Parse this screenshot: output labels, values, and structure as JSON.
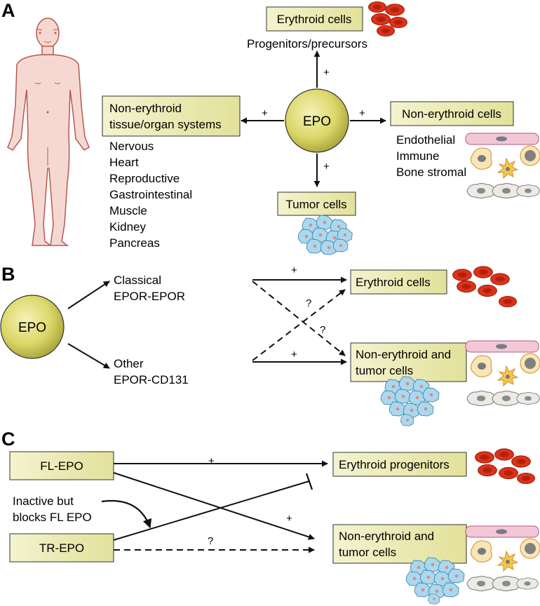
{
  "colors": {
    "box_fill": "#ecebb0",
    "box_stroke": "#333333",
    "epo_circle": "#d6d25a",
    "rbc": "#d42a10",
    "tumor": "#a9d8ef",
    "body_fill": "#f6d8d2",
    "body_stroke": "#b35a4f",
    "endothelial": "#f3c8d6"
  },
  "panel_a": {
    "letter": "A",
    "epo_label": "EPO",
    "erythroid_box": "Erythroid cells",
    "progenitors_label": "Progenitors/precursors",
    "non_erythroid_tissue_box": [
      "Non-erythroid",
      "tissue/organ systems"
    ],
    "tissue_list": [
      "Nervous",
      "Heart",
      "Reproductive",
      "Gastrointestinal",
      "Muscle",
      "Kidney",
      "Pancreas"
    ],
    "non_erythroid_cells_box": "Non-erythroid cells",
    "cell_list": [
      "Endothelial",
      "Immune",
      "Bone stromal"
    ],
    "tumor_box": "Tumor cells",
    "signs": {
      "up": "+",
      "left": "+",
      "right": "+",
      "down": "+"
    }
  },
  "panel_b": {
    "letter": "B",
    "epo_label": "EPO",
    "classical_label": [
      "Classical",
      "EPOR-EPOR"
    ],
    "other_label": [
      "Other",
      "EPOR-CD131"
    ],
    "erythroid_box": "Erythroid cells",
    "non_erythroid_box": [
      "Non-erythroid and",
      "tumor cells"
    ],
    "signs": {
      "top": "+",
      "cross_upper": "?",
      "cross_lower": "?",
      "bottom": "+"
    }
  },
  "panel_c": {
    "letter": "C",
    "fl_epo_box": "FL-EPO",
    "tr_epo_box": "TR-EPO",
    "note": [
      "Inactive but",
      "blocks FL EPO"
    ],
    "erythroid_box": "Erythroid progenitors",
    "non_erythroid_box": [
      "Non-erythroid and",
      "tumor cells"
    ],
    "signs": {
      "fl_to_erythroid": "+",
      "fl_to_nonerythroid": "+",
      "tr_to_nonerythroid": "?"
    }
  }
}
